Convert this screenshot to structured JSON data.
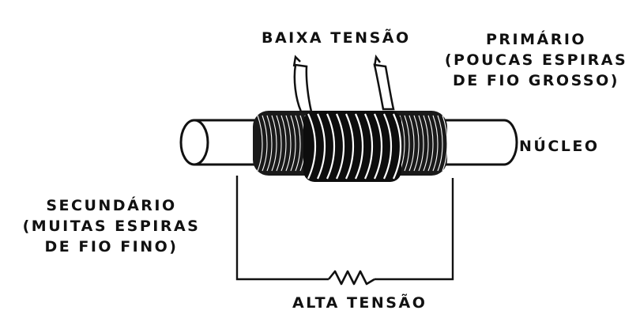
{
  "labels": {
    "low_voltage": "BAIXA TENSÃO",
    "primary": {
      "line1": "PRIMÁRIO",
      "line2": "(POUCAS ESPIRAS",
      "line3": "DE FIO GROSSO)"
    },
    "core": "NÚCLEO",
    "secondary": {
      "line1": "SECUNDÁRIO",
      "line2": "(MUITAS ESPIRAS",
      "line3": "DE FIO FINO)"
    },
    "high_voltage": "ALTA TENSÃO"
  },
  "colors": {
    "ink": "#111111",
    "paper": "#ffffff"
  }
}
